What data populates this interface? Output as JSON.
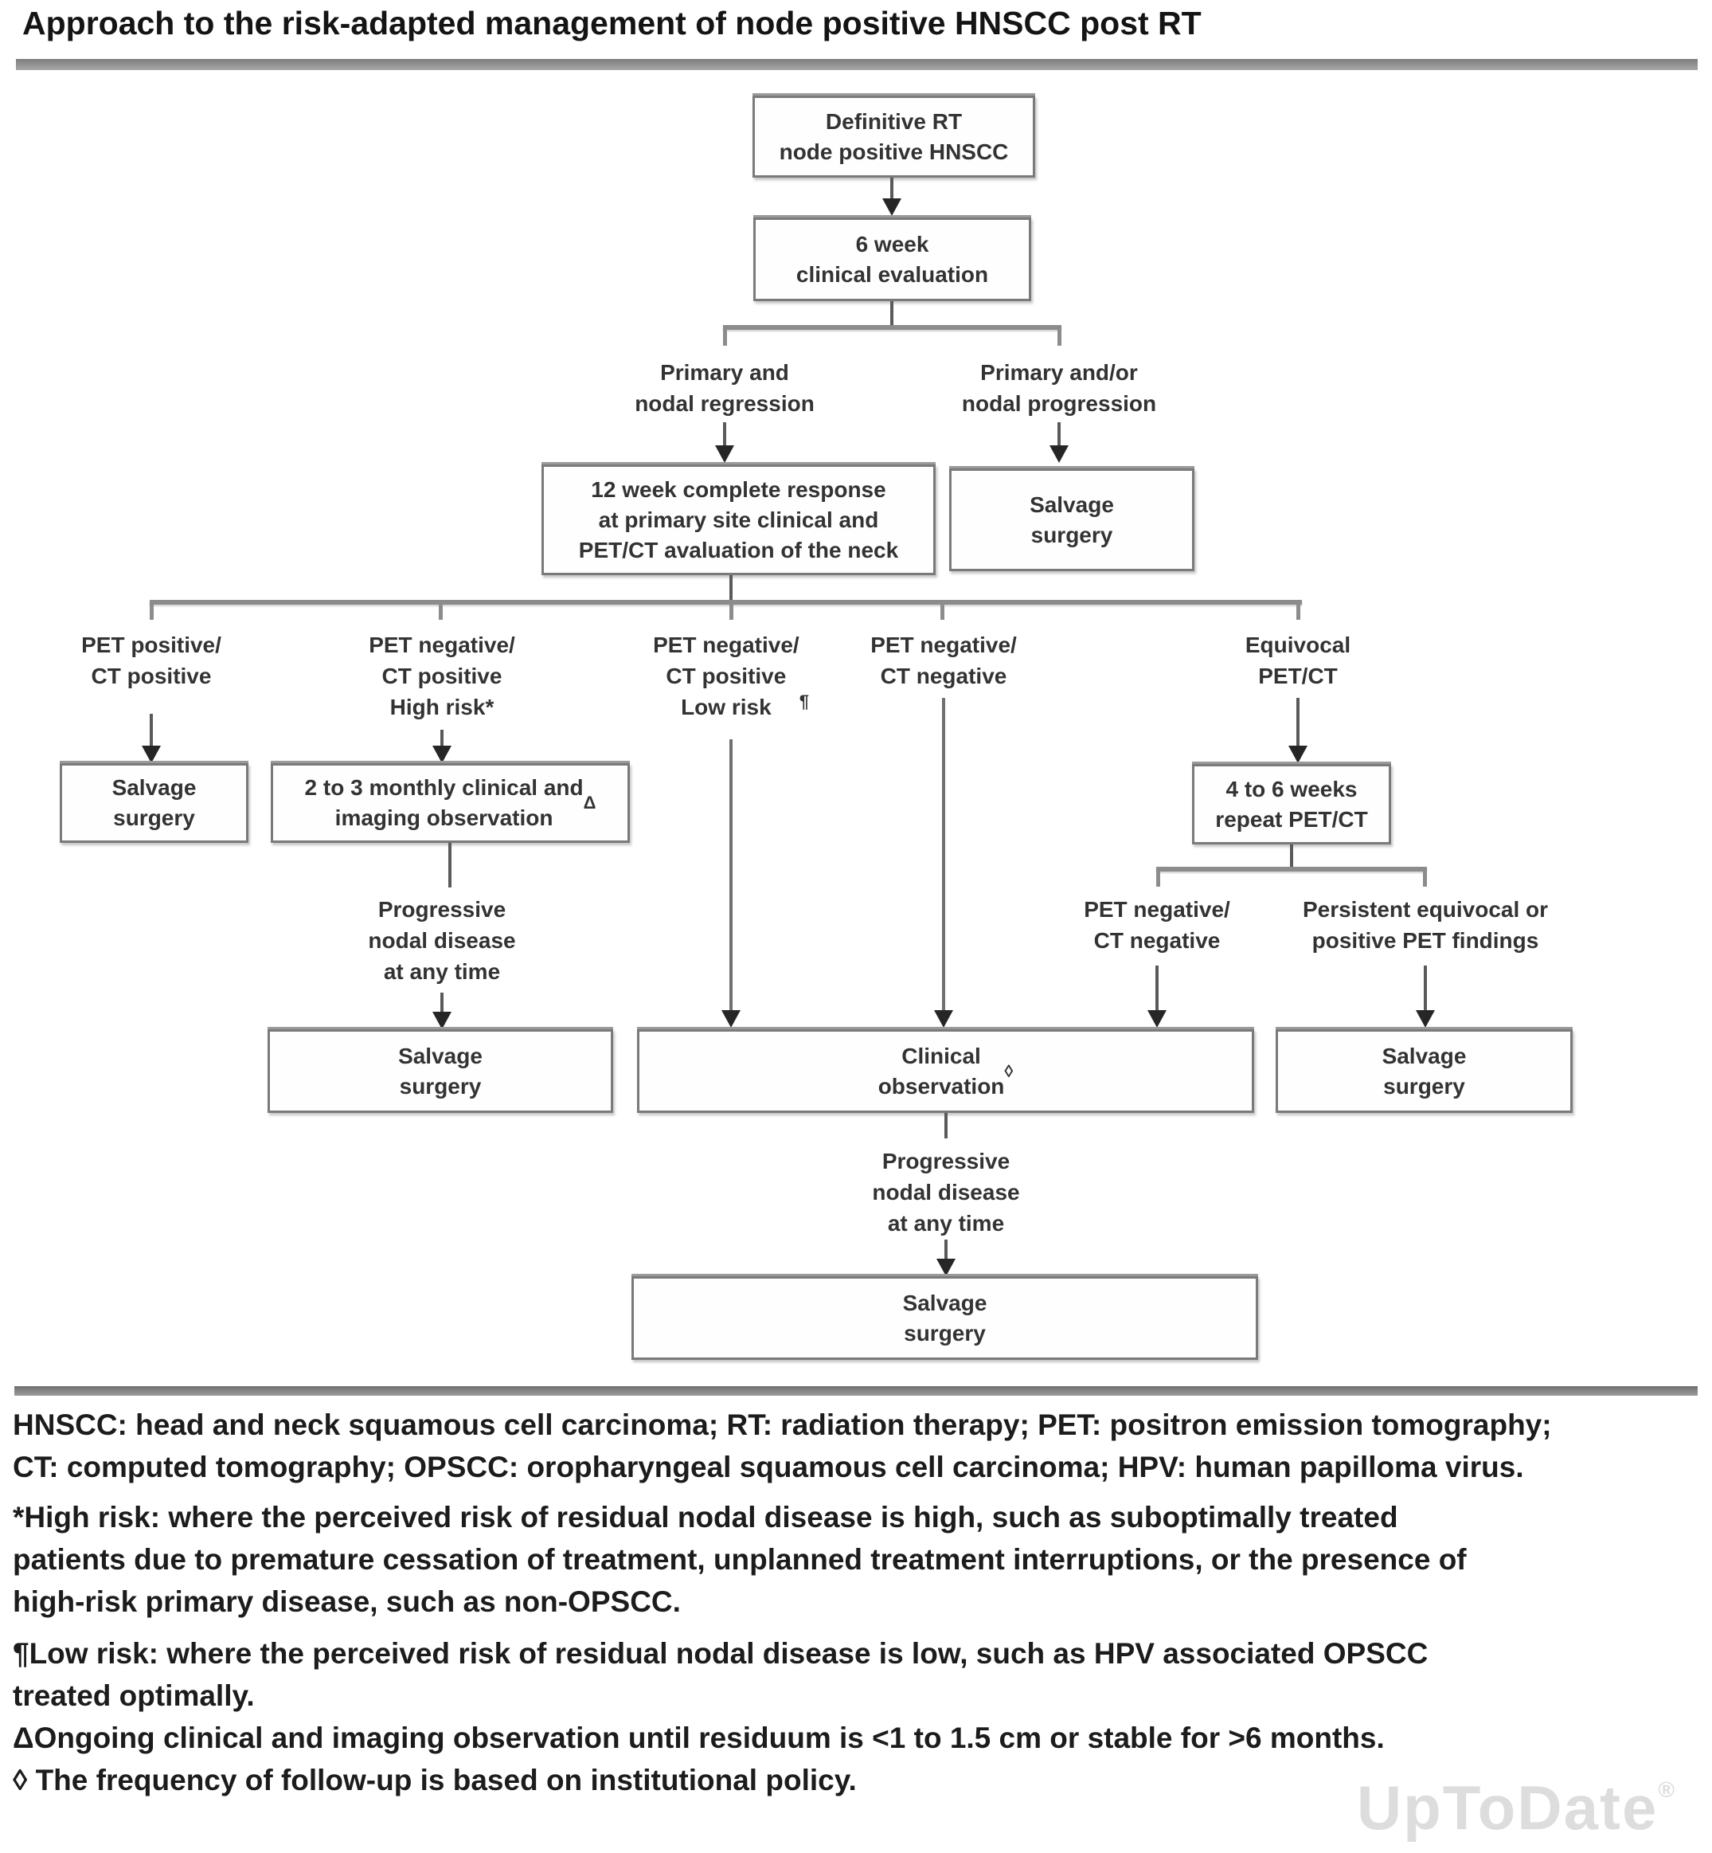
{
  "title": "Approach to the risk-adapted management of node positive HNSCC post RT",
  "nodes": {
    "definitive_rt": "Definitive RT\nnode positive HNSCC",
    "six_week_eval": "6 week\nclinical evaluation",
    "twelve_week_response": "12 week complete response\nat primary site clinical and\nPET/CT avaluation of the neck",
    "salvage_surgery": "Salvage\nsurgery",
    "monthly_observation": "2 to 3 monthly clinical and\nimaging observation",
    "monthly_observation_sup": "Δ",
    "repeat_petct": "4 to 6 weeks\nrepeat PET/CT",
    "clinical_observation": "Clinical\nobservation",
    "clinical_observation_sup": "◊"
  },
  "labels": {
    "primary_regression": "Primary and\nnodal regression",
    "primary_progression": "Primary and/or\nnodal progression",
    "pet_pos_ct_pos": "PET positive/\nCT positive",
    "pet_neg_ct_pos_high": "PET negative/\nCT positive\nHigh risk*",
    "pet_neg_ct_pos_low": "PET negative/\nCT positive\nLow risk",
    "pet_neg_ct_pos_low_sup": "¶",
    "pet_neg_ct_neg": "PET negative/\nCT negative",
    "equivocal_petct": "Equivocal\nPET/CT",
    "repeat_pet_neg_ct_neg": "PET negative/\nCT negative",
    "persistent_equivocal": "Persistent equivocal or\npositive PET findings",
    "progressive_left": "Progressive\nnodal disease\nat any time",
    "progressive_center": "Progressive\nnodal disease\nat any time"
  },
  "footnotes": {
    "abbreviations": "HNSCC: head and neck squamous cell carcinoma; RT: radiation therapy; PET: positron emission tomography;\nCT: computed tomography; OPSCC: oropharyngeal squamous cell carcinoma; HPV: human papilloma virus.",
    "high_risk": "*High risk: where the perceived risk of residual nodal disease is high, such as suboptimally treated\npatients due to premature cessation of treatment, unplanned treatment interruptions, or the presence of\nhigh-risk primary disease, such as non-OPSCC.",
    "low_risk": "¶Low risk: where the perceived risk of residual nodal disease is low, such as HPV associated OPSCC\ntreated optimally.",
    "delta_note": "ΔOngoing clinical and imaging observation until residuum is <1 to 1.5 cm or stable for >6 months.",
    "diamond_note": "◊ The frequency of follow-up is based on institutional policy."
  },
  "watermark": {
    "text": "UpToDate",
    "reg": "®"
  },
  "colors": {
    "connector_gray": "#8c8c8c",
    "stem_gray": "#5a5a5a",
    "arrowhead": "#262626",
    "box_border": "#7a7a7a",
    "text": "#333333",
    "watermark": "#dddddd"
  }
}
